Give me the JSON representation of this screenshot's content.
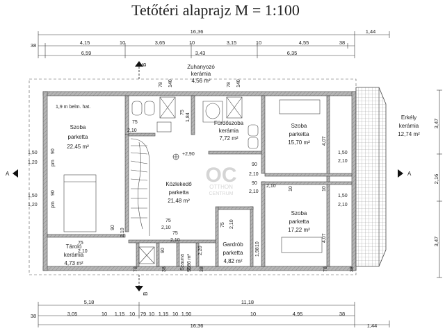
{
  "title": "Tetőtéri alaprajz M = 1:100",
  "watermark": {
    "logo": "OC",
    "line1": "OTTHON",
    "line2": "CENTRUM"
  },
  "colors": {
    "wall": "#9a9a9a",
    "line": "#333333",
    "hatch": "#777777",
    "text": "#222222"
  },
  "top_dims": {
    "total": "16,36",
    "ext": "1,44",
    "row1": [
      "38",
      "4,15",
      "10",
      "3,65",
      "10",
      "3,15",
      "10",
      "4,55",
      "38"
    ],
    "row2": [
      "6,59",
      "3,43",
      "6,35"
    ]
  },
  "bottom_dims": {
    "row1": [
      "5,18",
      "11,18"
    ],
    "row2": [
      "3,05",
      "10",
      "1,15",
      "10",
      "79",
      "10",
      "1,15",
      "10",
      "1,90",
      "10",
      "4,95",
      "38"
    ],
    "total": "16,36",
    "ext": "1,44",
    "left": "38"
  },
  "right_dims": [
    "3,47",
    "2,16",
    "3,47"
  ],
  "section_marks": {
    "a": "A",
    "b": "B"
  },
  "rooms": {
    "szoba1": {
      "name": "Szoba",
      "floor": "parketta",
      "area": "22,45 m²"
    },
    "zuhanyozo": {
      "name": "Zuhanyozó",
      "floor": "kerámia",
      "area": "4,56 m²"
    },
    "furdo": {
      "name": "Fürdőszoba",
      "floor": "kerámia",
      "area": "7,72 m²"
    },
    "szoba2": {
      "name": "Szoba",
      "floor": "parketta",
      "area": "15,70 m²"
    },
    "erkely": {
      "name": "Erkély",
      "floor": "kerámia",
      "area": "12,74 m²"
    },
    "kozlekedo": {
      "name": "Közlekedő",
      "floor": "parketta",
      "area": "21,48 m²"
    },
    "tarolo": {
      "name": "Tároló",
      "floor": "kerámia",
      "area": "4,73 m²"
    },
    "szauna": {
      "name": "Szauna",
      "area": "2,86 m²"
    },
    "gardrob": {
      "name": "Gardrób",
      "floor": "parketta",
      "area": "4,82 m²"
    },
    "szoba3": {
      "name": "Szoba",
      "floor": "parketta",
      "area": "17,22 m²"
    }
  },
  "notes": {
    "height": "1,9 m belm. hat.",
    "level": "+2,90"
  },
  "labels": {
    "w140a": "140",
    "w140b": "140",
    "w78a": "78",
    "w78b": "78",
    "w78c": "78",
    "w78d": "78",
    "d75a": "75",
    "d210a": "2,10",
    "d184": "1,84",
    "d75b": "75",
    "d75c": "75",
    "w150a": "1,50",
    "w120a": "1,20",
    "w150b": "1,50",
    "w120b": "1,20",
    "pm1": "pm",
    "pm2": "pm",
    "w90a": "90",
    "w90b": "90",
    "d407a": "4,07",
    "d407b": "4,07",
    "d150c": "1,50",
    "d210b": "2,10",
    "d150d": "1,50",
    "d210c": "2,10",
    "d90c": "90",
    "d210d": "2,10",
    "d210e": "2,10",
    "d90d": "90",
    "d210f": "2,10",
    "d10a": "10",
    "d10b": "10",
    "d90e": "90",
    "d210g": "2,10",
    "d75d": "75",
    "d210h": "2,10",
    "d75e": "75",
    "d210i": "2,10",
    "d90f": "90",
    "d220": "2,20",
    "d75f": "75",
    "d210j": "2,10",
    "d198": "1,98",
    "d38a": "38",
    "d90g": "90",
    "d10c": "10",
    "d38b": "38",
    "d38c": "38",
    "d75g": "75",
    "d210k": "2,10"
  }
}
